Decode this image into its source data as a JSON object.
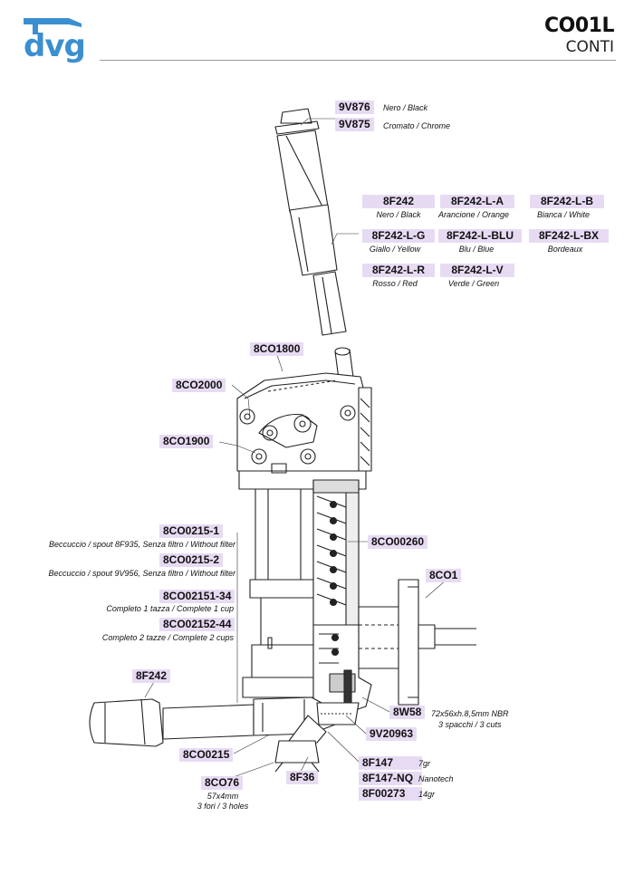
{
  "header": {
    "logo_text": "dvg",
    "model_code": "CO01L",
    "model_name": "CONTI"
  },
  "colors": {
    "brand_blue": "#3b8fd0",
    "label_highlight": "#e7dbf3"
  },
  "parts": {
    "p9V876": {
      "code": "9V876",
      "desc": "Nero / Black"
    },
    "p9V875": {
      "code": "9V875",
      "desc": "Cromato / Chrome"
    },
    "p8F242": {
      "code": "8F242",
      "desc": "Nero / Black"
    },
    "p8F242LA": {
      "code": "8F242-L-A",
      "desc": "Arancione / Orange"
    },
    "p8F242LB": {
      "code": "8F242-L-B",
      "desc": "Bianca / White"
    },
    "p8F242LG": {
      "code": "8F242-L-G",
      "desc": "Giallo / Yellow"
    },
    "p8F242LBLU": {
      "code": "8F242-L-BLU",
      "desc": "Blu / Blue"
    },
    "p8F242LBX": {
      "code": "8F242-L-BX",
      "desc": "Bordeaux"
    },
    "p8F242LR": {
      "code": "8F242-L-R",
      "desc": "Rosso / Red"
    },
    "p8F242LV": {
      "code": "8F242-L-V",
      "desc": "Verde / Green"
    },
    "p8CO1800": {
      "code": "8CO1800"
    },
    "p8CO2000": {
      "code": "8CO2000"
    },
    "p8CO1900": {
      "code": "8CO1900"
    },
    "p8CO0215_1": {
      "code": "8CO0215-1",
      "desc": "Beccuccio / spout 8F935, Senza filtro / Without filter"
    },
    "p8CO0215_2": {
      "code": "8CO0215-2",
      "desc": "Beccuccio / spout  9V956, Senza filtro / Without filter"
    },
    "p8CO02151_34": {
      "code": "8CO02151-34",
      "desc": "Completo 1 tazza / Complete 1 cup"
    },
    "p8CO02152_44": {
      "code": "8CO02152-44",
      "desc": "Completo 2 tazze / Complete 2 cups"
    },
    "p8CO00260": {
      "code": "8CO00260"
    },
    "p8CO1": {
      "code": "8CO1"
    },
    "p8F242b": {
      "code": "8F242"
    },
    "p8W58": {
      "code": "8W58",
      "desc1": "72x56xh.8,5mm NBR",
      "desc2": "3 spacchi / 3 cuts"
    },
    "p9V20963": {
      "code": "9V20963"
    },
    "p8CO0215": {
      "code": "8CO0215"
    },
    "p8F147": {
      "code": "8F147",
      "desc": "7gr"
    },
    "p8F147NQ": {
      "code": "8F147-NQ",
      "desc": "Nanotech"
    },
    "p8F00273": {
      "code": "8F00273",
      "desc": "14gr"
    },
    "p8CO76": {
      "code": "8CO76",
      "desc1": "57x4mm",
      "desc2": "3 fori / 3 holes"
    },
    "p8F36": {
      "code": "8F36"
    }
  }
}
